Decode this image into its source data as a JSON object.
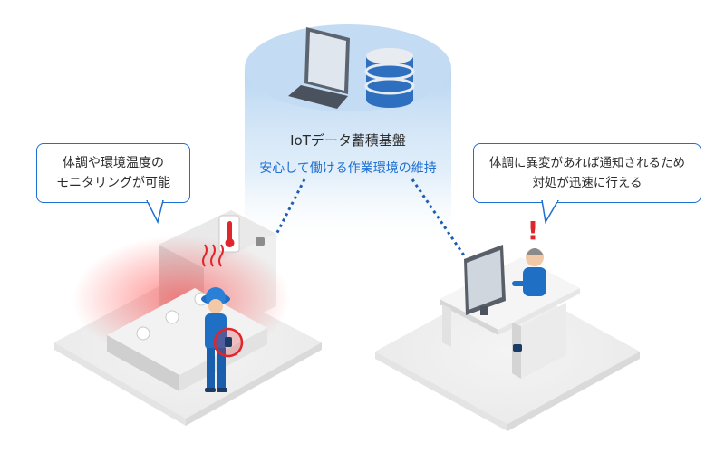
{
  "platform": {
    "title": "IoTデータ蓄積基盤",
    "subtitle": "安心して働ける作業環境の維持"
  },
  "left_callout": {
    "line1": "体調や環境温度の",
    "line2": "モニタリングが可能"
  },
  "right_callout": {
    "line1": "体調に異変があれば通知されるため",
    "line2": "対処が迅速に行える"
  },
  "alert_mark": "!",
  "colors": {
    "accent_blue": "#1d6fd1",
    "line_blue": "#1f5db0",
    "alert_red": "#e0262a",
    "worker_blue": "#1f6fc4",
    "cloud_blue": "#cfe3f6"
  }
}
